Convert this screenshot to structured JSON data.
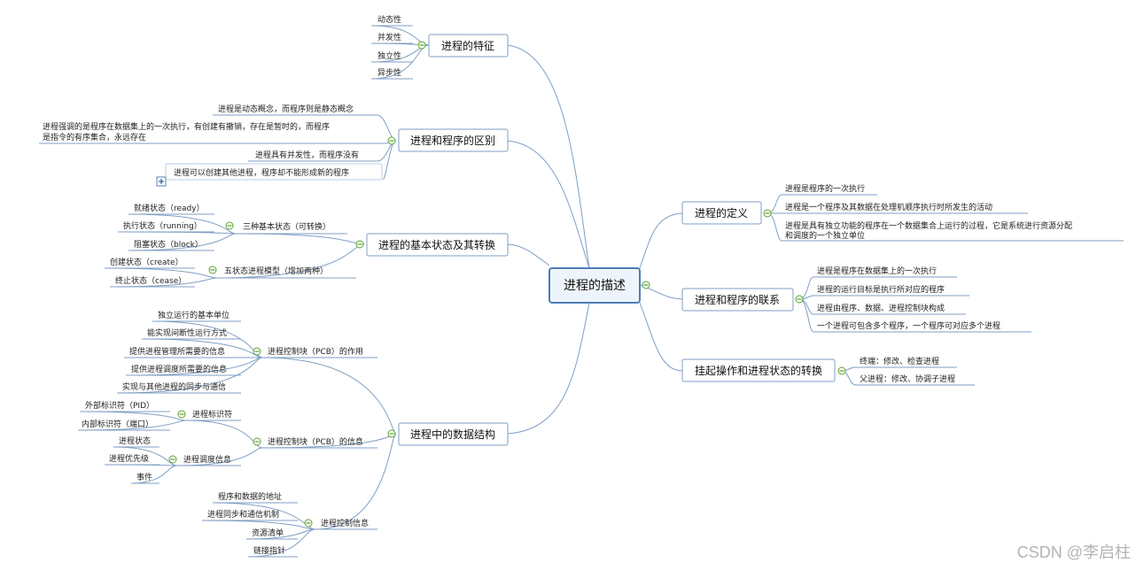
{
  "central": "进程的描述",
  "features": {
    "title": "进程的特征",
    "items": [
      "动态性",
      "并发性",
      "独立性",
      "异步性"
    ]
  },
  "program_diff": {
    "title": "进程和程序的区别",
    "items": [
      "进程是动态概念，而程序则是静态概念",
      "进程强调的是程序在数据集上的一次执行，有创建有撤销，存在是暂时的，而程序",
      "是指令的有序集合，永远存在",
      "进程具有并发性，而程序没有",
      "进程可以创建其他进程，程序却不能形成新的程序"
    ]
  },
  "states": {
    "title": "进程的基本状态及其转换",
    "three": {
      "label": "三种基本状态（可转换）",
      "items": [
        "就绪状态（ready）",
        "执行状态（running）",
        "阻塞状态（block）"
      ]
    },
    "five": {
      "label": "五状态进程模型（增加两种）",
      "items": [
        "创建状态（create）",
        "终止状态（cease）"
      ]
    }
  },
  "data_struct": {
    "title": "进程中的数据结构",
    "pcb_role": {
      "label": "进程控制块（PCB）的作用",
      "items": [
        "独立运行的基本单位",
        "能实现间断性运行方式",
        "提供进程管理所需要的信息",
        "提供进程调度所需要的信息",
        "实现与其他进程的同步与通信"
      ]
    },
    "pcb_info": {
      "label": "进程控制块（PCB）的信息",
      "id": {
        "label": "进程标识符",
        "items": [
          "外部标识符（PID）",
          "内部标识符（端口）"
        ]
      },
      "sched": {
        "label": "进程调度信息",
        "items": [
          "进程状态",
          "进程优先级",
          "事件"
        ]
      }
    },
    "ctrl": {
      "label": "进程控制信息",
      "items": [
        "程序和数据的地址",
        "进程同步和通信机制",
        "资源清单",
        "链接指针"
      ]
    }
  },
  "definition": {
    "title": "进程的定义",
    "items": [
      "进程是程序的一次执行",
      "进程是一个程序及其数据在处理机顺序执行时所发生的活动",
      "进程是具有独立功能的程序在一个数据集合上运行的过程，它是系统进行资源分配",
      "和调度的一个独立单位"
    ]
  },
  "relation": {
    "title": "进程和程序的联系",
    "items": [
      "进程是程序在数据集上的一次执行",
      "进程的运行目标是执行所对应的程序",
      "进程由程序、数据、进程控制块构成",
      "一个进程可包含多个程序，一个程序可对应多个进程"
    ]
  },
  "suspend": {
    "title": "挂起操作和进程状态的转换",
    "items": [
      "终端：修改、检查进程",
      "父进程：修改、协调子进程"
    ]
  },
  "watermark": "CSDN @李启柱"
}
